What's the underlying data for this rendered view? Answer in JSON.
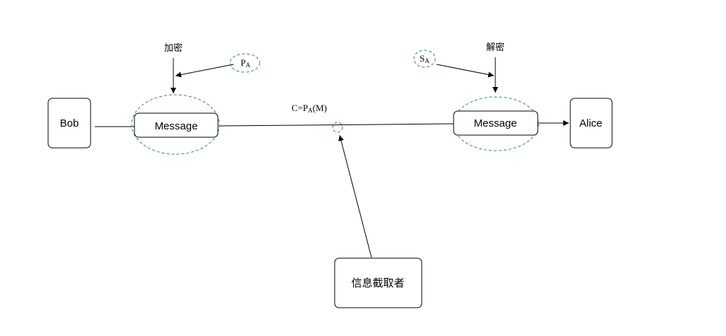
{
  "nodes": {
    "bob": "Bob",
    "alice": "Alice",
    "message_left": "Message",
    "message_right": "Message",
    "interceptor": "信息截取者"
  },
  "labels": {
    "encrypt": "加密",
    "decrypt": "解密",
    "public_key_main": "P",
    "public_key_sub": "A",
    "secret_key_main": "S",
    "secret_key_sub": "A",
    "cipher_prefix": "C=P",
    "cipher_sub": "A",
    "cipher_suffix": "(M)"
  },
  "colors": {
    "dashed_outline": "#2e8b57",
    "stroke": "#000000"
  }
}
